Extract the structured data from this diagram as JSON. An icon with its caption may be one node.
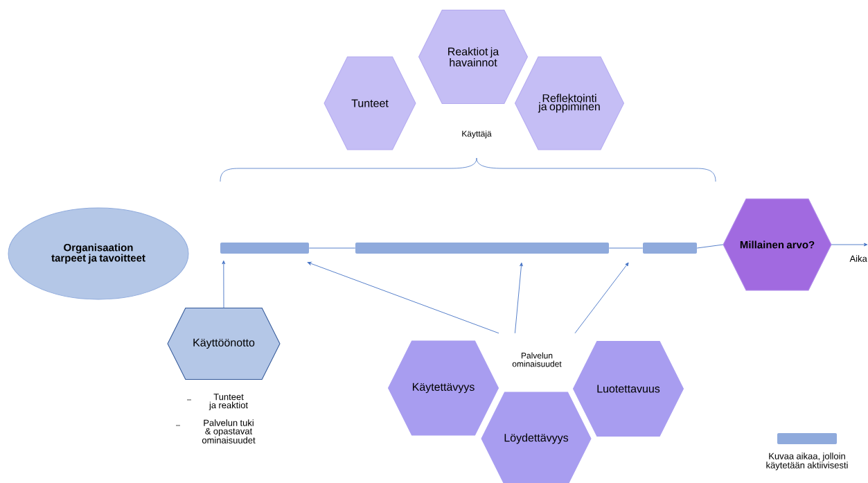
{
  "diagram": {
    "nodes": [
      {
        "text": [
          "Organisaation tarpeet ja tavoitteet"
        ]
      },
      {
        "text": [
          "Tunteet"
        ]
      },
      {
        "text": [
          "Reaktiot ja havainnot"
        ]
      },
      {
        "text": [
          "Reflektointi ja oppiminen"
        ]
      },
      {
        "text": [],
        "shape": "bar"
      },
      {
        "text": [],
        "shape": "bar"
      },
      {
        "text": [],
        "shape": "bar"
      },
      {
        "text": [
          "Millainen arvo?"
        ]
      },
      {
        "text": [
          "Käyttöönotto"
        ],
        "beside": [
          "Tunteet ja reaktiot",
          "Palvelun tuki & opastavat ominaisuudet"
        ]
      },
      {
        "text": [
          "Palvelun ominaisuudet"
        ]
      },
      {
        "text": [
          "Käytettävyys"
        ]
      },
      {
        "text": [
          "Löydettävyys"
        ]
      },
      {
        "text": [
          "Luotettavuus"
        ]
      }
    ],
    "edges": [
      {
        "from": 4,
        "to": 5,
        "arrow": "none"
      },
      {
        "from": 5,
        "to": 6,
        "arrow": "none"
      },
      {
        "from": 6,
        "to": 7,
        "arrow": "none"
      },
      {
        "from": 7,
        "to": null,
        "arrow": "to",
        "label": "Aika"
      },
      {
        "from": 8,
        "to": 4,
        "arrow": "to"
      },
      {
        "from": 9,
        "to": 4,
        "arrow": "to"
      },
      {
        "from": 9,
        "to": 5,
        "arrow": "to"
      },
      {
        "from": 9,
        "to": 6,
        "arrow": "to"
      }
    ],
    "labels": [
      "Käyttäjä"
    ],
    "legend": [
      {
        "text": "Kuvaa aikaa, jolloin käytetään aktiivisesti",
        "color": "#8faadc"
      }
    ]
  }
}
